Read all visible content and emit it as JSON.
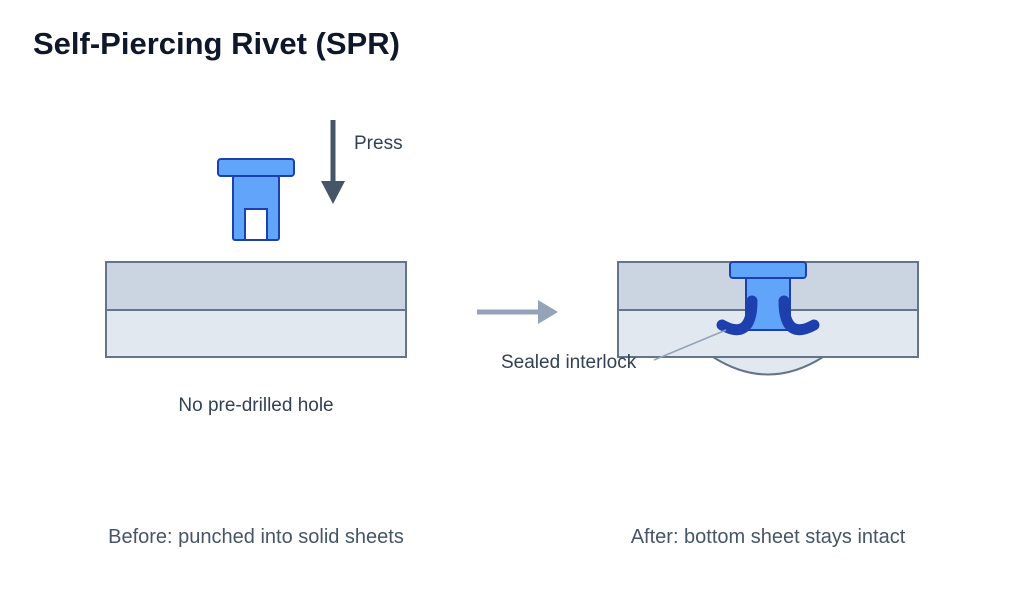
{
  "title": "Self-Piercing Rivet (SPR)",
  "labels": {
    "press": "Press",
    "no_hole": "No pre-drilled hole",
    "sealed_interlock": "Sealed interlock",
    "before_caption": "Before: punched into solid sheets",
    "after_caption": "After: bottom sheet stays intact"
  },
  "colors": {
    "top_sheet": "#cbd5e1",
    "bottom_sheet": "#e2e8f0",
    "sheet_stroke": "#64748b",
    "rivet_fill": "#60a5fa",
    "rivet_stroke": "#1e40af",
    "flared_legs": "#1e40af",
    "press_arrow": "#475569",
    "transition_arrow": "#94a3b8",
    "text": "#334155",
    "title": "#0f172a"
  }
}
